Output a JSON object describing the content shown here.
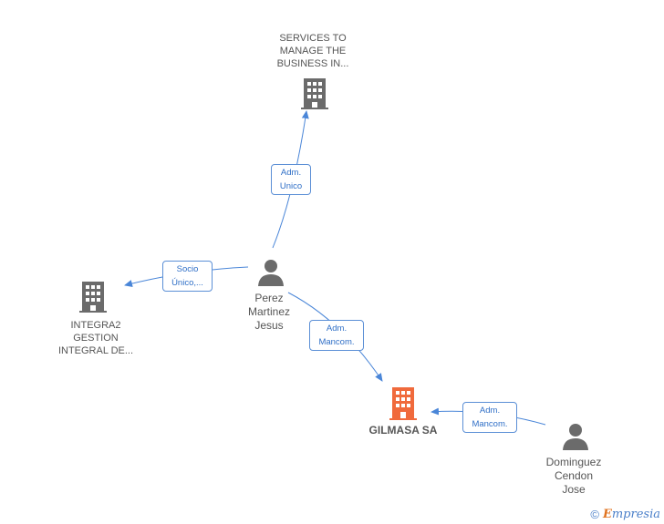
{
  "nodes": {
    "services": {
      "label": "SERVICES TO\nMANAGE THE\nBUSINESS IN..."
    },
    "integra": {
      "label": "INTEGRA2\nGESTION\nINTEGRAL DE..."
    },
    "perez": {
      "label": "Perez\nMartinez\nJesus"
    },
    "gilmasa": {
      "label": "GILMASA SA"
    },
    "dominguez": {
      "label": "Dominguez\nCendon\nJose"
    }
  },
  "edges": {
    "adm_unico": {
      "label": "Adm.\nUnico"
    },
    "socio_unico": {
      "label": "Socio\nÚnico,..."
    },
    "adm_mancom_perez": {
      "label": "Adm.\nMancom."
    },
    "adm_mancom_dominguez": {
      "label": "Adm.\nMancom."
    }
  },
  "colors": {
    "company": "#6b6b6b",
    "main_company": "#f06a3c",
    "person": "#6b6b6b",
    "edge": "#4a86d8"
  },
  "footer": {
    "copyright": "©",
    "brand_initial": "E",
    "brand_rest": "mpresia"
  }
}
